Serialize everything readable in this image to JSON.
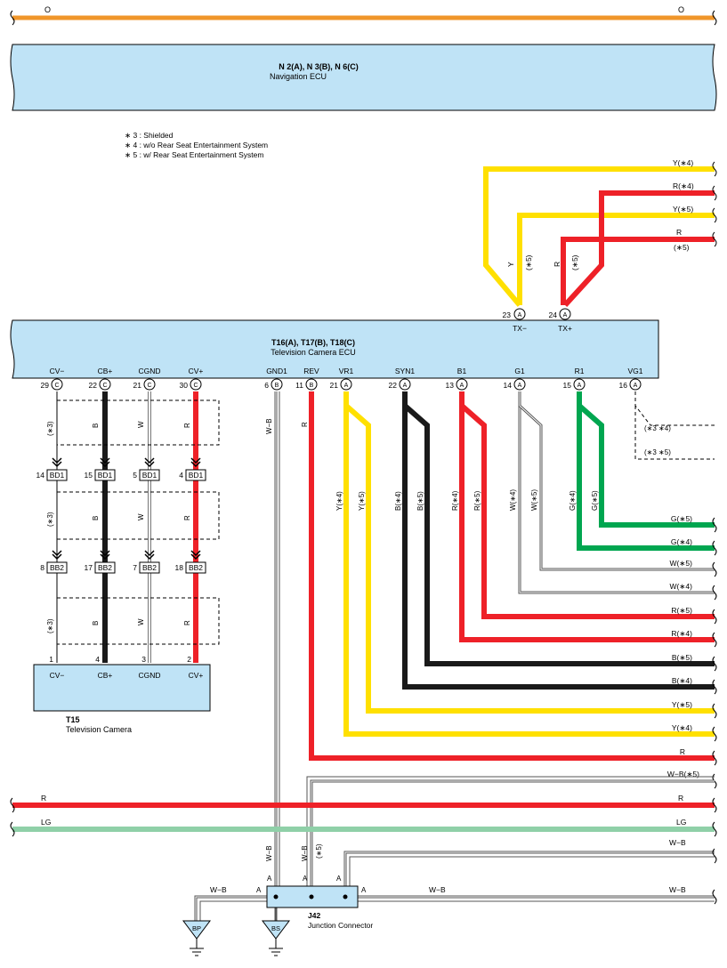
{
  "top_bus": {
    "left": "O",
    "right": "O"
  },
  "nav_ecu": {
    "title": "N 2(A), N 3(B), N 6(C)",
    "subtitle": "Navigation ECU"
  },
  "notes": [
    "∗ 3 : Shielded",
    "∗ 4 : w/o Rear Seat Entertainment System",
    "∗ 5 : w/ Rear Seat Entertainment System"
  ],
  "tv_ecu": {
    "title": "T16(A), T17(B), T18(C)",
    "subtitle": "Television Camera ECU",
    "top_pins": [
      {
        "num": "23",
        "conn": "A",
        "label": "TX−"
      },
      {
        "num": "24",
        "conn": "A",
        "label": "TX+"
      }
    ],
    "bottom_pins": [
      {
        "label": "CV−",
        "num": "29",
        "conn": "C"
      },
      {
        "label": "CB+",
        "num": "22",
        "conn": "C"
      },
      {
        "label": "CGND",
        "num": "21",
        "conn": "C"
      },
      {
        "label": "CV+",
        "num": "30",
        "conn": "C"
      },
      {
        "label": "GND1",
        "num": "6",
        "conn": "B"
      },
      {
        "label": "REV",
        "num": "11",
        "conn": "B"
      },
      {
        "label": "VR1",
        "num": "21",
        "conn": "A"
      },
      {
        "label": "SYN1",
        "num": "22",
        "conn": "A"
      },
      {
        "label": "B1",
        "num": "13",
        "conn": "A"
      },
      {
        "label": "G1",
        "num": "14",
        "conn": "A"
      },
      {
        "label": "R1",
        "num": "15",
        "conn": "A"
      },
      {
        "label": "VG1",
        "num": "16",
        "conn": "A"
      }
    ]
  },
  "top_wires": {
    "right_labels": [
      "Y(∗4)",
      "R(∗4)",
      "Y(∗5)",
      "R",
      "(∗5)"
    ],
    "vertical_labels": [
      "Y",
      "(∗5)",
      "R",
      "(∗5)"
    ]
  },
  "shield_labels": [
    "(∗3)",
    "(∗3)",
    "(∗3)",
    "(∗3 ∗4)",
    "(∗3 ∗5)"
  ],
  "camera_wire_labels": [
    "B",
    "W",
    "R"
  ],
  "connectors": {
    "bd1": [
      {
        "num": "14",
        "name": "BD1"
      },
      {
        "num": "15",
        "name": "BD1"
      },
      {
        "num": "5",
        "name": "BD1"
      },
      {
        "num": "4",
        "name": "BD1"
      }
    ],
    "bb2": [
      {
        "num": "8",
        "name": "BB2"
      },
      {
        "num": "17",
        "name": "BB2"
      },
      {
        "num": "7",
        "name": "BB2"
      },
      {
        "num": "18",
        "name": "BB2"
      }
    ]
  },
  "camera": {
    "pins": [
      {
        "num": "1",
        "label": "CV−"
      },
      {
        "num": "4",
        "label": "CB+"
      },
      {
        "num": "3",
        "label": "CGND"
      },
      {
        "num": "2",
        "label": "CV+"
      }
    ],
    "title": "T15",
    "subtitle": "Television Camera"
  },
  "mid_vertical_labels": [
    "W−B",
    "R",
    "Y(∗4)",
    "Y(∗5)",
    "B(∗4)",
    "B(∗5)",
    "R(∗4)",
    "R(∗5)",
    "W(∗4)",
    "W(∗5)",
    "G(∗4)",
    "G(∗5)"
  ],
  "right_outputs": [
    "G(∗5)",
    "G(∗4)",
    "W(∗5)",
    "W(∗4)",
    "R(∗5)",
    "R(∗4)",
    "B(∗5)",
    "B(∗4)",
    "Y(∗5)",
    "Y(∗4)",
    "R",
    "W−B(∗5)"
  ],
  "buses": {
    "r_left": "R",
    "r_right": "R",
    "lg_left": "LG",
    "lg_right": "LG"
  },
  "bottom_labels": {
    "v1": "W−B",
    "v2": "W−B",
    "v3": "(∗5)",
    "wb_upper": "W−B",
    "wb_left": "W−B",
    "wb_mid": "W−B",
    "wb_right": "W−B",
    "pin_a": "A"
  },
  "junction": {
    "title": "J42",
    "subtitle": "Junction Connector"
  },
  "grounds": [
    "BP",
    "BS"
  ],
  "colors": {
    "ecu_fill": "#bfe3f6",
    "orange": "#f0962a",
    "yellow": "#ffe000",
    "red": "#ee2128",
    "black": "#1a1a1a",
    "green": "#00a650",
    "light_green": "#8fd0a8"
  }
}
